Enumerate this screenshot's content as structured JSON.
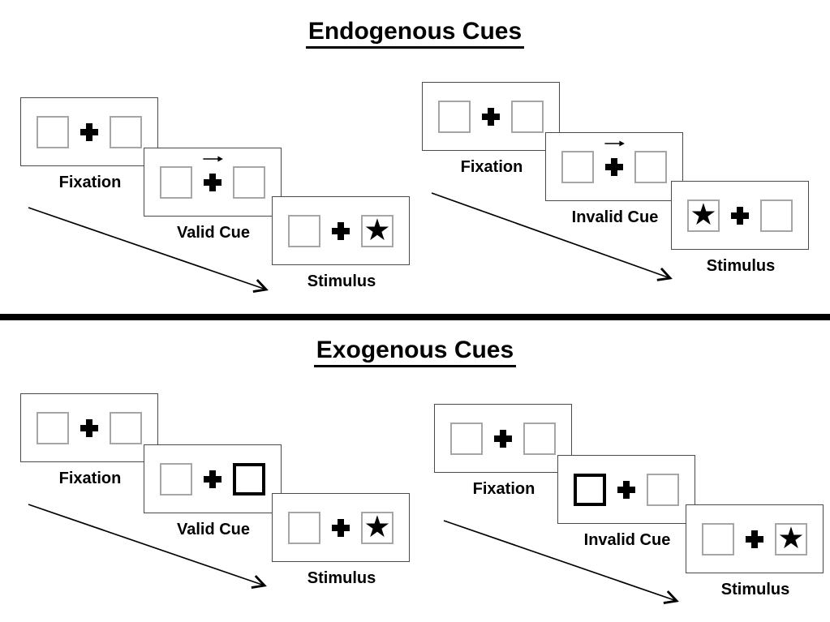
{
  "colors": {
    "ink": "#000000",
    "panel_border": "#4a4a4a",
    "square_border": "#a6a6a6",
    "background": "#ffffff"
  },
  "glyphs": {
    "star": "★"
  },
  "sections": [
    {
      "title": "Endogenous Cues",
      "sequences": [
        {
          "name": "valid-trial",
          "panels": [
            {
              "label": "Fixation",
              "type": "fixation"
            },
            {
              "label": "Valid Cue",
              "type": "arrow-cue",
              "cue": "central-arrow-pointing-right"
            },
            {
              "label": "Stimulus",
              "type": "stimulus",
              "star_side": "right"
            }
          ]
        },
        {
          "name": "invalid-trial",
          "panels": [
            {
              "label": "Fixation",
              "type": "fixation"
            },
            {
              "label": "Invalid Cue",
              "type": "arrow-cue",
              "cue": "central-arrow-pointing-right"
            },
            {
              "label": "Stimulus",
              "type": "stimulus",
              "star_side": "left"
            }
          ]
        }
      ]
    },
    {
      "title": "Exogenous Cues",
      "sequences": [
        {
          "name": "valid-trial",
          "panels": [
            {
              "label": "Fixation",
              "type": "fixation"
            },
            {
              "label": "Valid Cue",
              "type": "box-highlight-cue",
              "highlight_side": "right"
            },
            {
              "label": "Stimulus",
              "type": "stimulus",
              "star_side": "right"
            }
          ]
        },
        {
          "name": "invalid-trial",
          "panels": [
            {
              "label": "Fixation",
              "type": "fixation"
            },
            {
              "label": "Invalid Cue",
              "type": "box-highlight-cue",
              "highlight_side": "left"
            },
            {
              "label": "Stimulus",
              "type": "stimulus",
              "star_side": "right"
            }
          ]
        }
      ]
    }
  ]
}
